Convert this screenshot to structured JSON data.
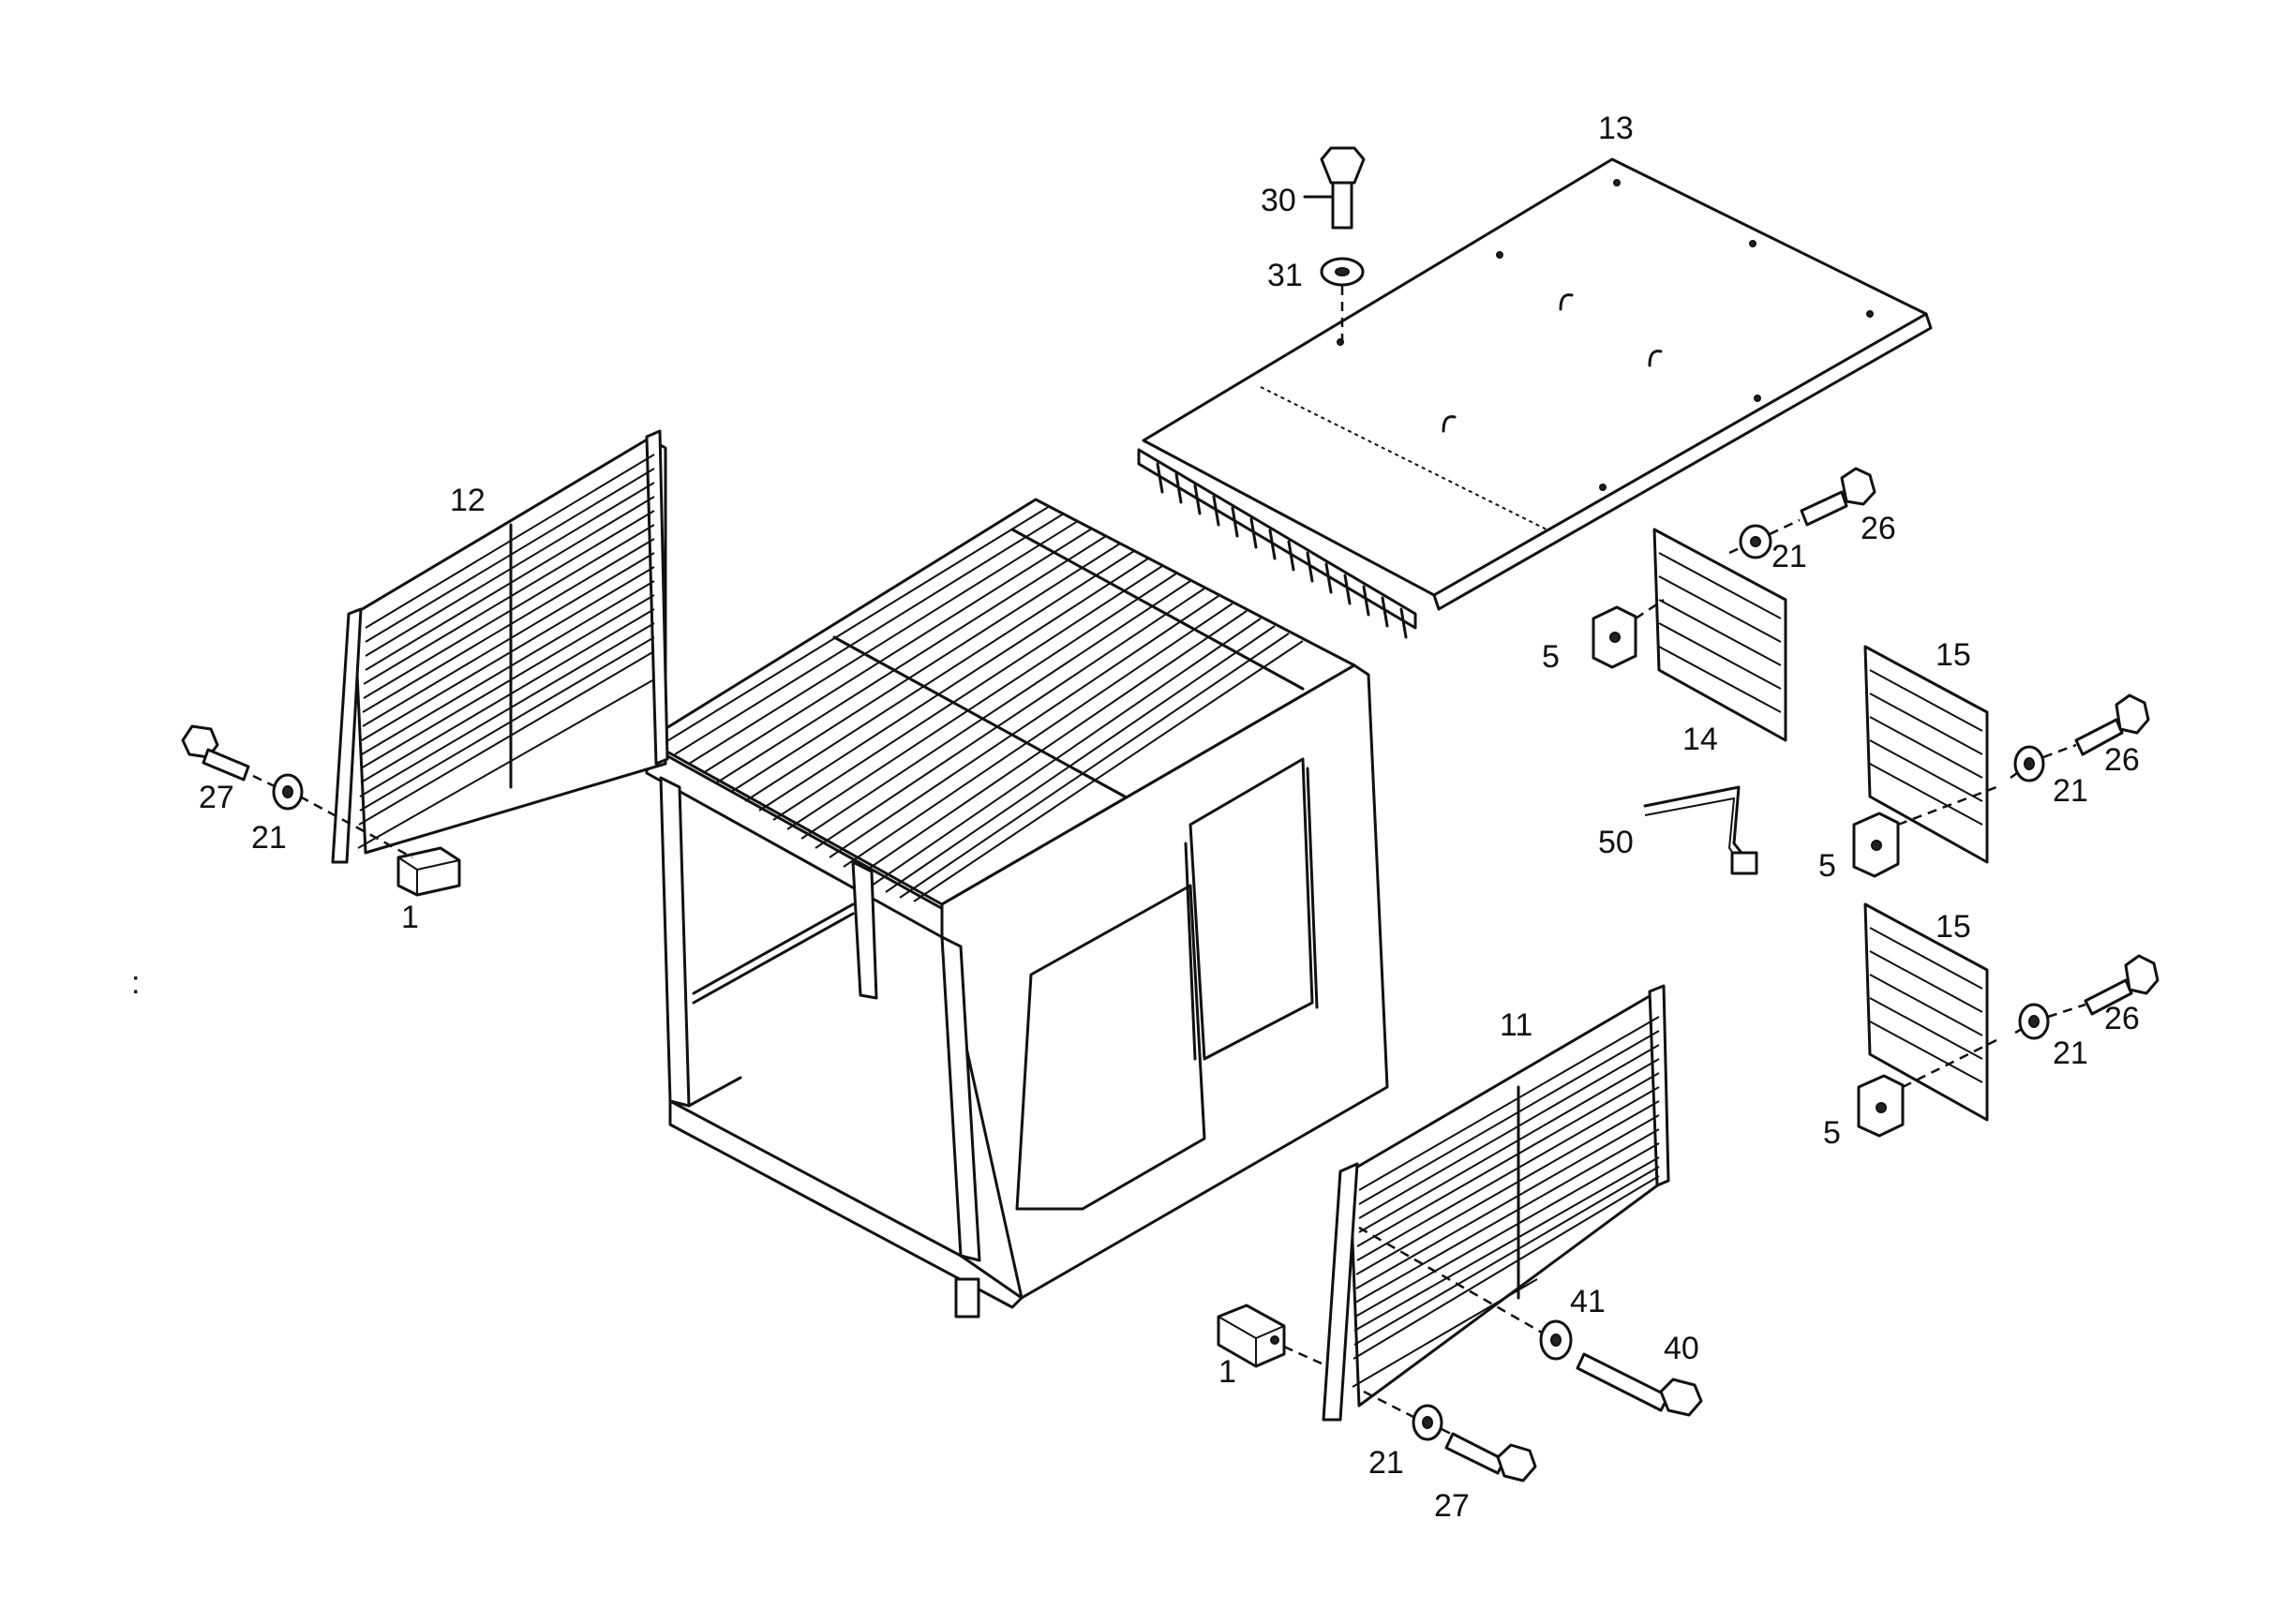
{
  "diagram": {
    "callouts": {
      "c1a": "1",
      "c1b": "1",
      "c5a": "5",
      "c5b": "5",
      "c5c": "5",
      "c11": "11",
      "c12": "12",
      "c13": "13",
      "c14": "14",
      "c15a": "15",
      "c15b": "15",
      "c21a": "21",
      "c21b": "21",
      "c21c": "21",
      "c21d": "21",
      "c21e": "21",
      "c26a": "26",
      "c26b": "26",
      "c26c": "26",
      "c27a": "27",
      "c27b": "27",
      "c30": "30",
      "c31": "31",
      "c40": "40",
      "c41": "41",
      "c50": "50"
    },
    "stray_mark": ":"
  }
}
